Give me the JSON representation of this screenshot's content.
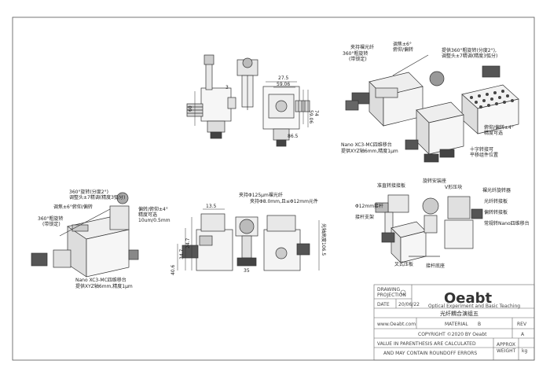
{
  "title_block": {
    "drawing_projection_line1": "DRAWING",
    "drawing_projection_line2": "PROJECTION",
    "date_label": "DATE",
    "date_value": "20/06/22",
    "logo_text": "Oeabt",
    "logo_tagline": "Optical Experiment and Basic Teaching",
    "part_name": "光纤耦合演组五",
    "website": "www.Oeabt.com",
    "material_label": "MATERIAL",
    "material_value": "B",
    "rev_label": "REV",
    "rev_value": "A",
    "copyright": "COPYRIGHT ©2020 BY Oeabt",
    "note_line1": "VALUE IN PARENTHESIS ARE CALCULATED",
    "note_line2": "AND MAY CONTAIN ROUNDOFF ERRORS",
    "approx_label1": "APPROX",
    "approx_label2": "WEIGHT",
    "weight_value": "kg"
  },
  "dimensions": {
    "d1": "3",
    "d2": "27.5",
    "d3": "59.06",
    "d4": "59.06",
    "d5": "74",
    "d6": "60",
    "d7": "86.5",
    "d8": "13.5",
    "d9": "24.7",
    "d10": "34.7",
    "d11": "40.6",
    "d12": "35",
    "d13": "光轴高度106.5"
  },
  "annotations": {
    "tr_a1": "调焦±6°",
    "tr_a2": "俯仰/偏转",
    "tr_b1": "夹持裸光纤",
    "tr_b2": "360°粗旋转",
    "tr_b3": "(带锁定)",
    "tr_c1": "提供360°粗旋转(分度2°),",
    "tr_c2": "调整头±7精调(精度3弧分)",
    "tr_d1": "俯仰/偏转±4°",
    "tr_d2": "精度可选",
    "tr_e1": "十字转接可",
    "tr_e2": "平移组件位置",
    "tr_f1": "Nano XC3-MC四维移台",
    "tr_f2": "提供XYZ轴6mm,精度1μm",
    "ml_a1": "360°旋转(分度2°)",
    "ml_a2": "调整头±7精调(精度3弧分)",
    "ml_b1": "调焦±6°俯仰/偏转",
    "ml_c1": "360°粗旋转",
    "ml_c2": "(带锁定)",
    "ml_d1": "偏转/俯仰±4°",
    "ml_d2": "精度可选",
    "ml_d3": "10um/0.5mm",
    "ml_e1": "Nano XC3-MC四维移台",
    "ml_e2": "提供XYZ轴6mm,精度1μm",
    "mc_a1": "夹持Φ125μm裸光纤",
    "mc_b1": "夹持Φ8.0mm,且≤Φ12mm元件",
    "br_a": "准直转接接板",
    "br_b": "旋转安装座",
    "br_c": "V形压块",
    "br_d": "裸光纤旋转器",
    "br_e": "Φ12mm接杆",
    "br_f": "光纤转接板",
    "br_g": "偏转转接板",
    "br_h": "接杆支架",
    "br_i": "常规转Nano四维移台",
    "br_j": "叉式压板",
    "br_k": "接杆底座"
  }
}
